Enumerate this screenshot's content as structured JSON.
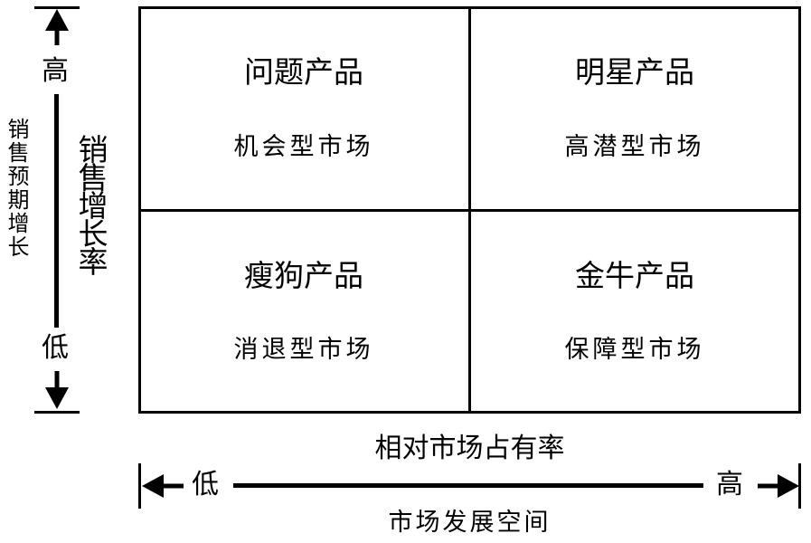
{
  "quadrants": {
    "top_left": {
      "title": "问题产品",
      "subtitle": "机会型市场"
    },
    "top_right": {
      "title": "明星产品",
      "subtitle": "高潜型市场"
    },
    "bottom_left": {
      "title": "瘦狗产品",
      "subtitle": "消退型市场"
    },
    "bottom_right": {
      "title": "金牛产品",
      "subtitle": "保障型市场"
    }
  },
  "y_axis": {
    "outer_label": "销售预期增长",
    "inner_label": "销售增长率",
    "high": "高",
    "low": "低"
  },
  "x_axis": {
    "title": "相对市场占有率",
    "subtitle": "市场发展空间",
    "low": "低",
    "high": "高"
  }
}
